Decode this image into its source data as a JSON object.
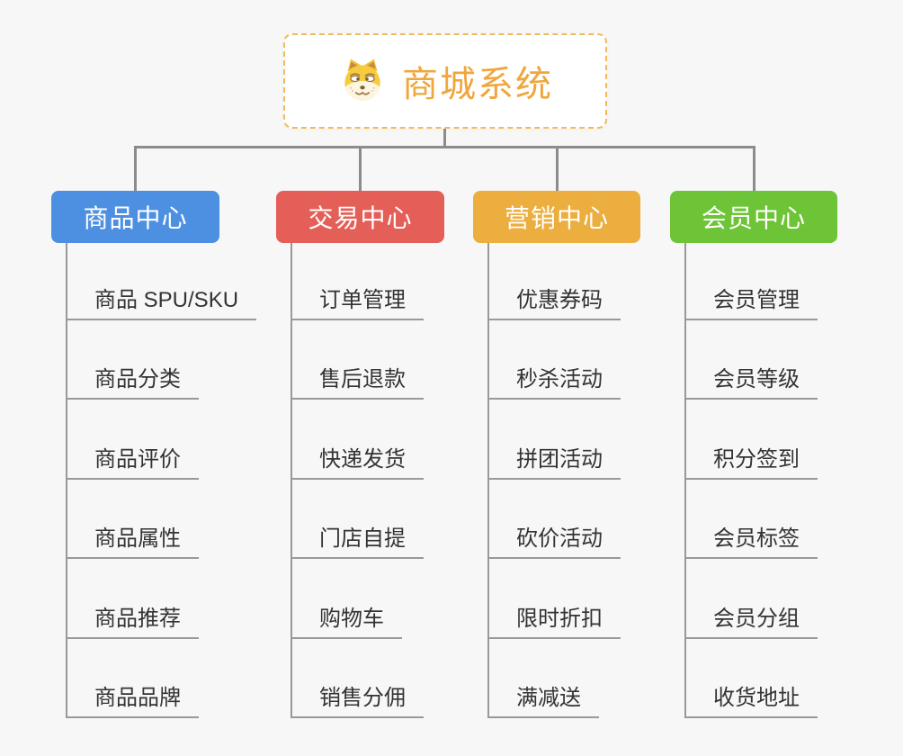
{
  "theme": {
    "bg": "#F7F7F7",
    "connector": "#8C8C8C",
    "underline": "#999999",
    "text": "#333333",
    "root_accent": "#F0A63C",
    "root_border": "#F2BA5C"
  },
  "root": {
    "title": "商城系统",
    "icon": "doge-icon"
  },
  "branches": [
    {
      "label": "商品中心",
      "color": "#4D90E2",
      "children": [
        "商品 SPU/SKU",
        "商品分类",
        "商品评价",
        "商品属性",
        "商品推荐",
        "商品品牌"
      ]
    },
    {
      "label": "交易中心",
      "color": "#E45F58",
      "children": [
        "订单管理",
        "售后退款",
        "快递发货",
        "门店自提",
        "购物车",
        "销售分佣"
      ]
    },
    {
      "label": "营销中心",
      "color": "#ECAE3E",
      "children": [
        "优惠券码",
        "秒杀活动",
        "拼团活动",
        "砍价活动",
        "限时折扣",
        "满减送"
      ]
    },
    {
      "label": "会员中心",
      "color": "#6EC437",
      "children": [
        "会员管理",
        "会员等级",
        "积分签到",
        "会员标签",
        "会员分组",
        "收货地址"
      ]
    }
  ]
}
